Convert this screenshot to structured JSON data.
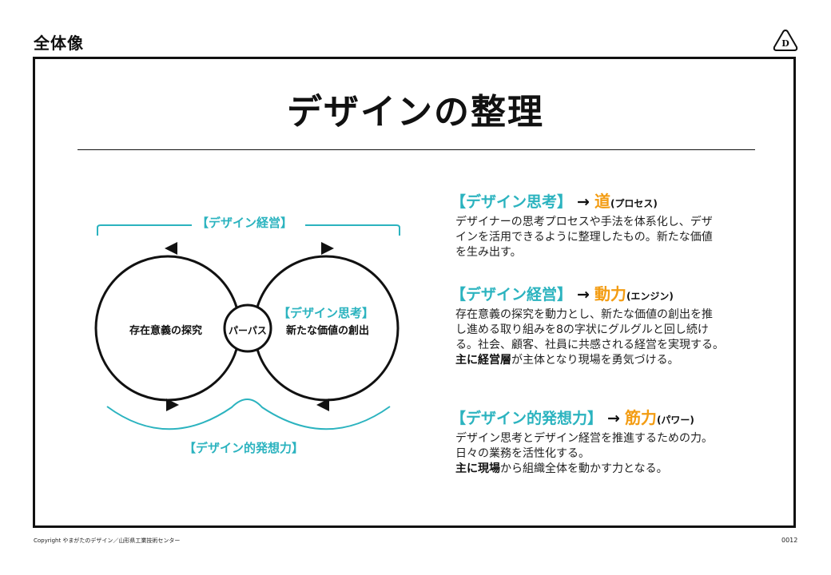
{
  "header": {
    "section_title": "全体像",
    "logo_letter": "D"
  },
  "slide": {
    "title": "デザインの整理"
  },
  "diagram": {
    "top_label": "【デザイン経営】",
    "bottom_label": "【デザイン的発想力】",
    "left_circle_label": "存在意義の探究",
    "center_label": "パーパス",
    "right_circle_label_1": "【デザイン思考】",
    "right_circle_label_2": "新たな価値の創出"
  },
  "blocks": [
    {
      "bracket": "【デザイン思考】",
      "arrow": "→",
      "keyword": "道",
      "paren": "(プロセス)",
      "lines": [
        "デザイナーの思考プロセスや手法を体系化し、デザ",
        "インを活用できるように整理したもの。新たな価値",
        "を生み出す。"
      ]
    },
    {
      "bracket": "【デザイン経営】",
      "arrow": "→",
      "keyword": "動力",
      "paren": "(エンジン)",
      "lines": [
        "存在意義の探究を動力とし、新たな価値の創出を推",
        "し進める取り組みを8の字状にグルグルと回し続け",
        "る。社会、顧客、社員に共感される経営を実現する。"
      ],
      "bold_prefix": "主に経営層",
      "last_line_rest": "が主体となり現場を勇気づける。"
    },
    {
      "bracket": "【デザイン的発想力】",
      "arrow": "→",
      "keyword": "筋力",
      "paren": "(パワー)",
      "lines": [
        "デザイン思考とデザイン経営を推進するための力。",
        "日々の業務を活性化する。"
      ],
      "bold_prefix": "主に現場",
      "last_line_rest": "から組織全体を動かす力となる。"
    }
  ],
  "footer": {
    "copyright": "Copyright やまがたのデザイン／山形県工業技術センター",
    "page_number": "0012"
  },
  "colors": {
    "teal": "#2bb3bf",
    "orange": "#f39c12",
    "ink": "#111111"
  }
}
